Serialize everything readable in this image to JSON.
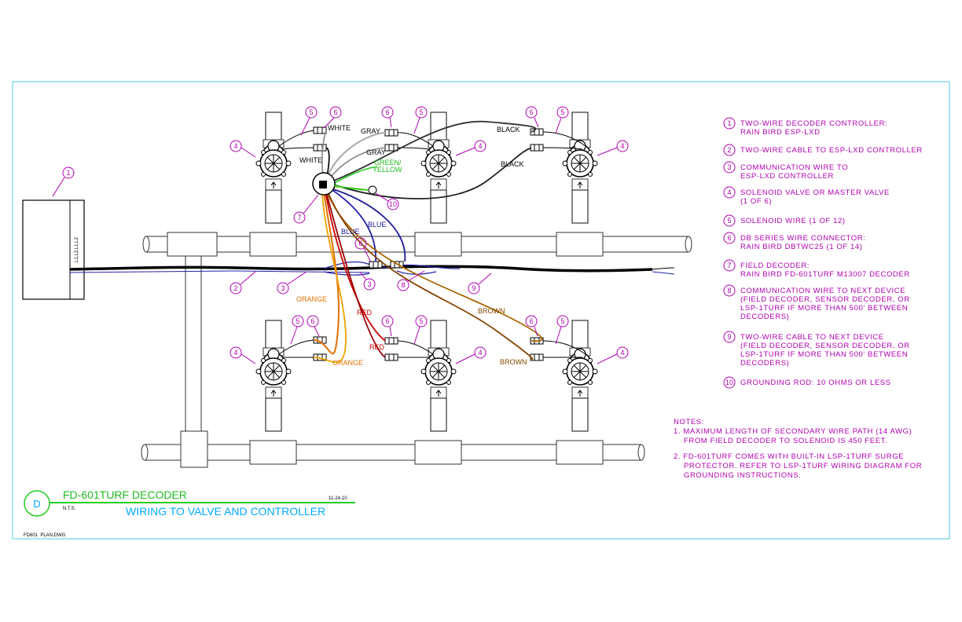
{
  "colors": {
    "border": "#6ad2e6",
    "callout": "#b000b0",
    "title_green": "#22bb22",
    "title_blue": "#00aaff"
  },
  "wire_labels": {
    "white": "WHITE",
    "gray": "GRAY",
    "black": "BLACK",
    "green_yellow_1": "GREEN/",
    "green_yellow_2": "YELLOW",
    "blue": "BLUE",
    "orange": "ORANGE",
    "red": "RED",
    "brown": "BROWN"
  },
  "controller_terminals": "L1,L2,L1,L2",
  "callout_numbers": [
    "1",
    "2",
    "3",
    "4",
    "5",
    "6",
    "7",
    "8",
    "9",
    "10"
  ],
  "legend": [
    {
      "num": "1",
      "lines": [
        "TWO-WIRE DECODER CONTROLLER:",
        "   RAIN BIRD ESP-LXD"
      ]
    },
    {
      "num": "2",
      "lines": [
        "TWO-WIRE CABLE TO ESP-LXD CONTROLLER"
      ]
    },
    {
      "num": "3",
      "lines": [
        "COMMUNICATION WIRE TO",
        "   ESP-LXD CONTROLLER"
      ]
    },
    {
      "num": "4",
      "lines": [
        "SOLENOID VALVE OR MASTER VALVE",
        "  (1 OF 6)"
      ]
    },
    {
      "num": "5",
      "lines": [
        "SOLENOID WIRE (1 OF 12)"
      ]
    },
    {
      "num": "6",
      "lines": [
        "DB SERIES WIRE CONNECTOR:",
        "   RAIN BIRD DBTWC25 (1 OF 14)"
      ]
    },
    {
      "num": "7",
      "lines": [
        "FIELD DECODER:",
        "   RAIN BIRD FD-601TURF M13007 DECODER"
      ]
    },
    {
      "num": "8",
      "lines": [
        "COMMUNICATION WIRE TO NEXT DEVICE",
        "  (FIELD DECODER, SENSOR DECODER, OR",
        "  LSP-1TURF IF MORE THAN 500' BETWEEN",
        "  DECODERS)"
      ]
    },
    {
      "num": "9",
      "lines": [
        "TWO-WIRE CABLE TO NEXT DEVICE",
        "  (FIELD DECODER, SENSOR DECODER, OR",
        "  LSP-1TURF IF MORE THAN 500' BETWEEN",
        "  DECODERS)"
      ]
    },
    {
      "num": "10",
      "lines": [
        "GROUNDING ROD: 10 OHMS OR LESS"
      ]
    }
  ],
  "notes": {
    "heading": "NOTES:",
    "items": [
      [
        "1. MAXIMUM LENGTH OF SECONDARY WIRE PATH (14 AWG)",
        "    FROM FIELD DECODER TO SOLENOID IS 450 FEET."
      ],
      [
        "2. FD-601TURF COMES WITH BUILT-IN LSP-1TURF SURGE",
        "    PROTECTOR. REFER TO LSP-1TURF WIRING DIAGRAM FOR",
        "    GROUNDING INSTRUCTIONS."
      ]
    ]
  },
  "title_block": {
    "detail_letter": "D",
    "title": "FD-601TURF DECODER",
    "subtitle": "WIRING TO VALVE AND CONTROLLER",
    "scale": "N.T.S.",
    "date": "11-24-10",
    "filename": "FD601  PLAN.DWG"
  }
}
